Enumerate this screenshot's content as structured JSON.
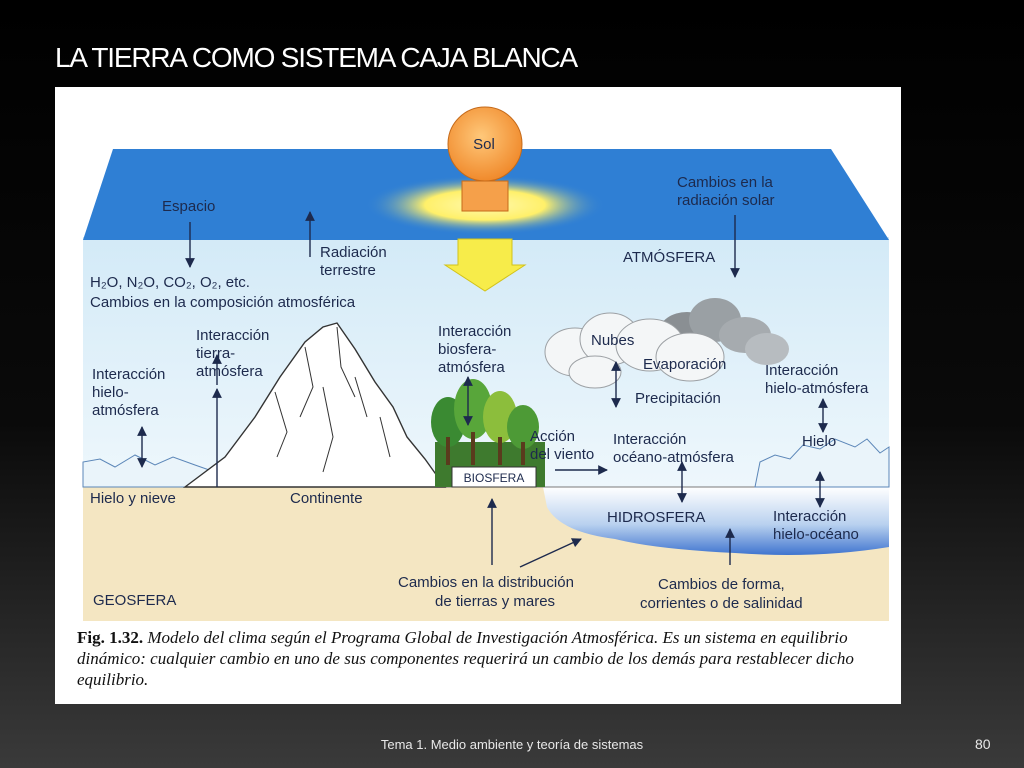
{
  "slide": {
    "title": "LA TIERRA COMO SISTEMA CAJA BLANCA",
    "footer": "Tema 1. Medio ambiente y teoría de sistemas",
    "page_number": "80"
  },
  "diagram": {
    "sun": "Sol",
    "space": "Espacio",
    "terrestrial_radiation": [
      "Radiación",
      "terrestre"
    ],
    "solar_radiation_changes": [
      "Cambios en la",
      "radiación solar"
    ],
    "atmosphere": "ATMÓSFERA",
    "gases_formula": "H₂O, N₂O, CO₂, O₂, etc.",
    "composition_changes": "Cambios en la composición atmosférica",
    "land_atmosphere": [
      "Interacción",
      "tierra-",
      "atmósfera"
    ],
    "biosphere_atmosphere": [
      "Interacción",
      "biosfera-",
      "atmósfera"
    ],
    "clouds": "Nubes",
    "evaporation": "Evaporación",
    "precipitation": "Precipitación",
    "ice_atmosphere_left": [
      "Interacción",
      "hielo-",
      "atmósfera"
    ],
    "ice_atmosphere_right": [
      "Interacción",
      "hielo-atmósfera"
    ],
    "wind_action": [
      "Acción",
      "del viento"
    ],
    "ocean_atmosphere": [
      "Interacción",
      "océano-atmósfera"
    ],
    "ice": "Hielo",
    "biosphere": "BIOSFERA",
    "ice_and_snow": "Hielo y nieve",
    "continent": "Continente",
    "hydrosphere": "HIDROSFERA",
    "ice_ocean": [
      "Interacción",
      "hielo-océano"
    ],
    "geosphere": "GEOSFERA",
    "land_sea_distribution": [
      "Cambios en la distribución",
      "de tierras y mares"
    ],
    "shape_currents_salinity": [
      "Cambios de forma,",
      "corrientes o de salinidad"
    ]
  },
  "caption": {
    "number": "Fig. 1.32.",
    "text": "Modelo del clima según el Programa Global de Investigación Atmosférica. Es un sistema en equilibrio dinámico: cualquier cambio en uno de sus componentes requerirá un cambio de los demás para restablecer dicho equilibrio."
  },
  "colors": {
    "space_blue": "#2f7fd4",
    "atmosphere_blue": "#d7ecf8",
    "ground_sand": "#f4e6c2",
    "ocean_blue": "#5e8fd6",
    "sun_orange": "#f5a04a",
    "label_navy": "#1d2a4d"
  }
}
